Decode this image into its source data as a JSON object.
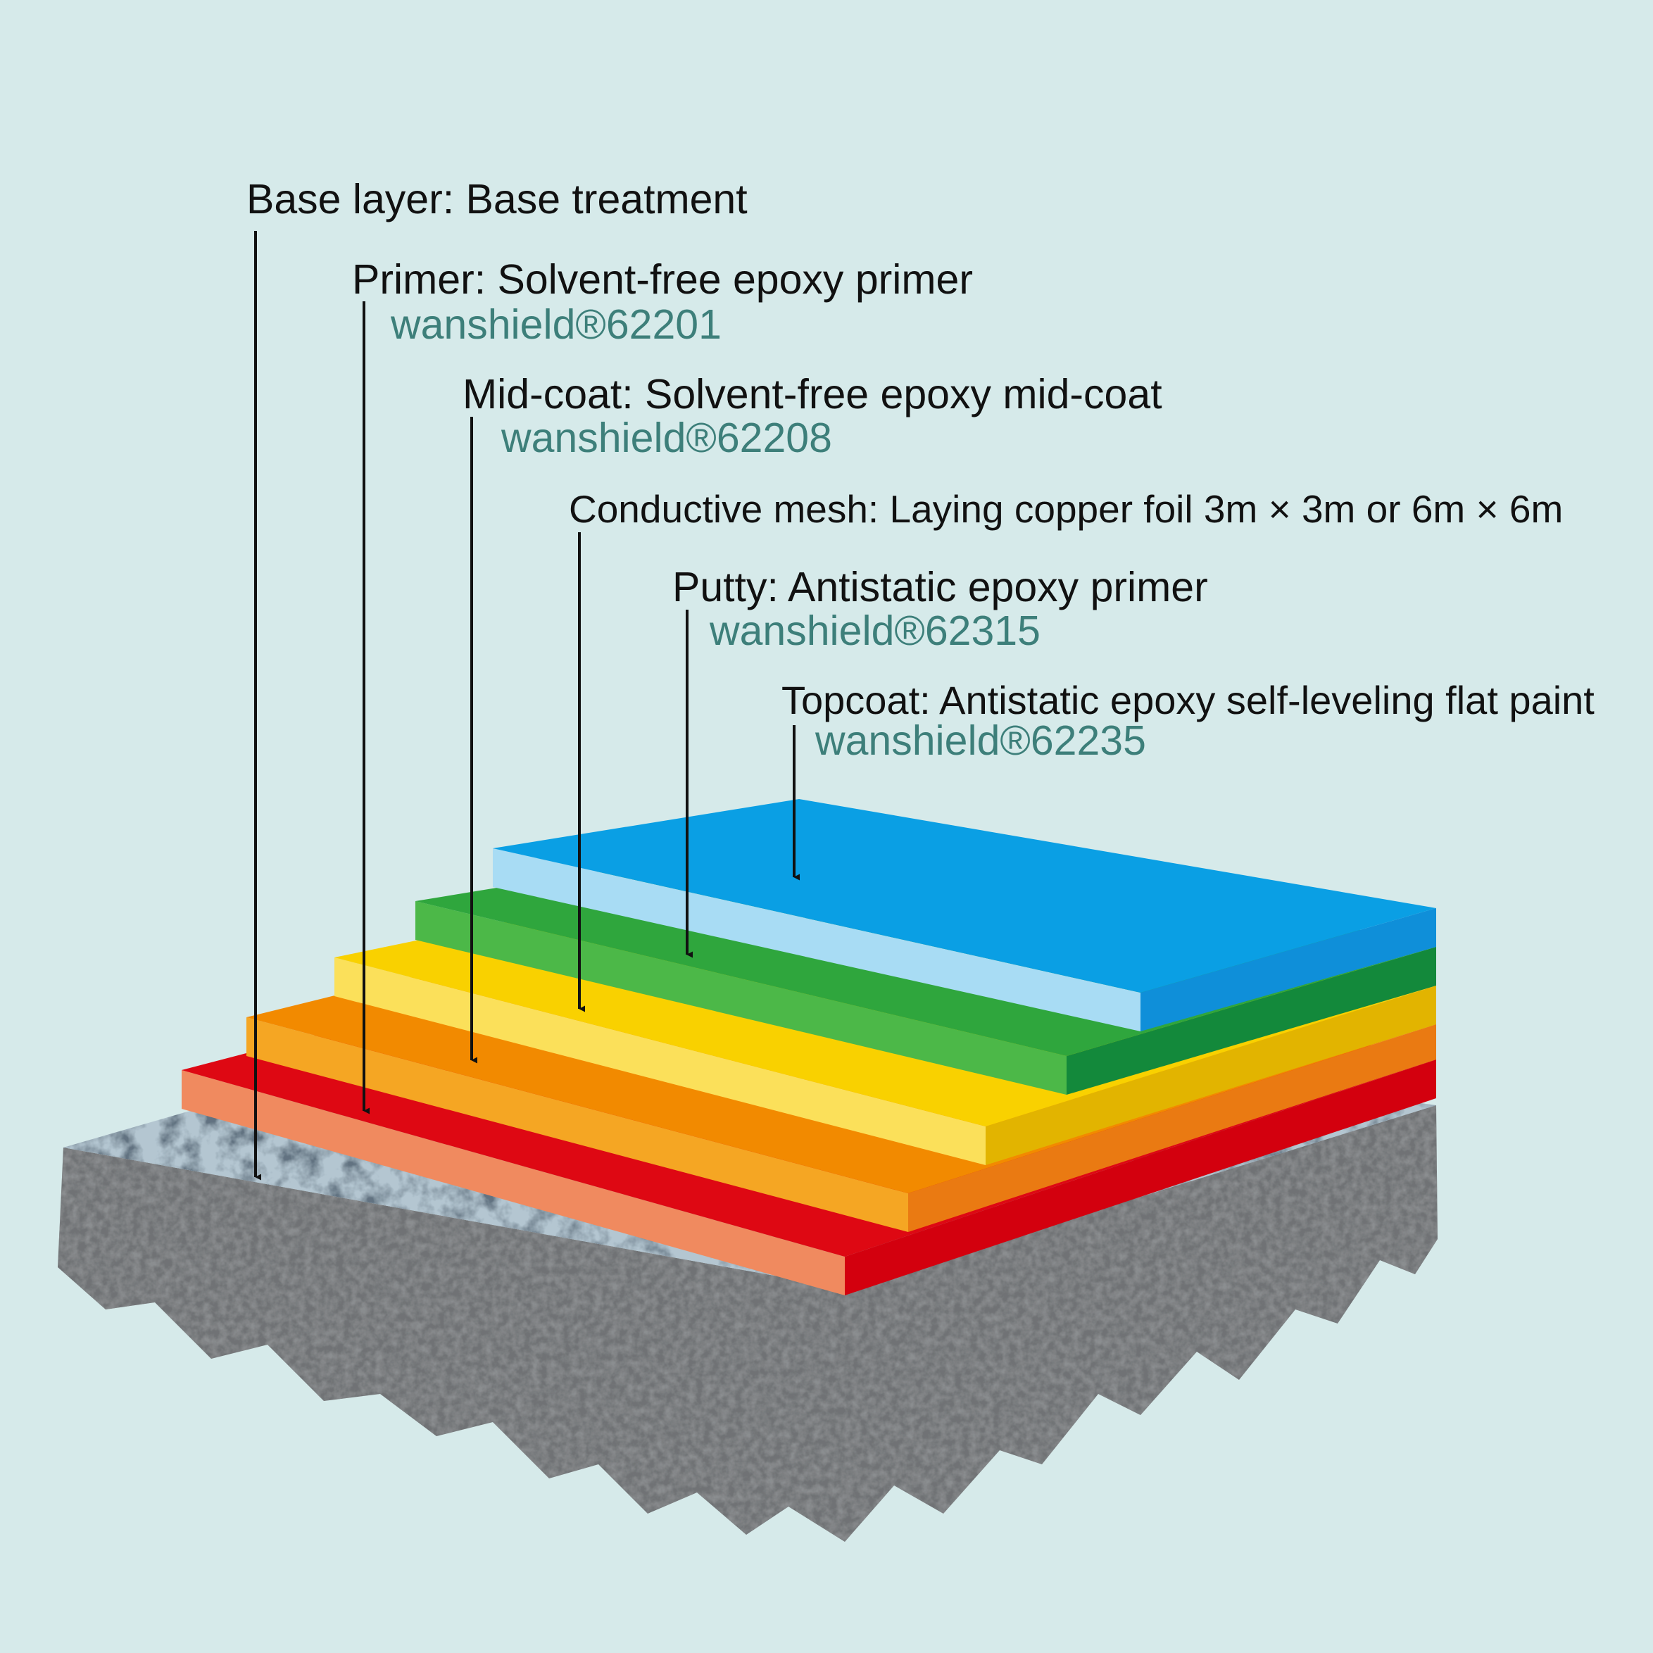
{
  "layers": [
    {
      "key": "base",
      "label": "Base layer: Base treatment",
      "product": ""
    },
    {
      "key": "primer",
      "label": "Primer: Solvent-free epoxy primer",
      "product": "wanshield®62201"
    },
    {
      "key": "midcoat",
      "label": "Mid-coat: Solvent-free epoxy mid-coat",
      "product": "wanshield®62208"
    },
    {
      "key": "mesh",
      "label": "Conductive mesh: Laying copper foil 3m × 3m or 6m × 6m",
      "product": ""
    },
    {
      "key": "putty",
      "label": "Putty: Antistatic epoxy primer",
      "product": "wanshield®62315"
    },
    {
      "key": "topcoat",
      "label": "Topcoat: Antistatic epoxy self-leveling flat paint",
      "product": "wanshield®62235"
    }
  ],
  "colors": {
    "background": "#d6eaea",
    "label_text": "#111111",
    "product_text": "#3d7f7a",
    "concrete": "#6f7072",
    "primer_layer": "#d8000f",
    "midcoat_layer": "#f08400",
    "mesh_layer": "#f7cf00",
    "putty_layer": "#2ea83c",
    "topcoat_layer": "#0c9ee5"
  }
}
